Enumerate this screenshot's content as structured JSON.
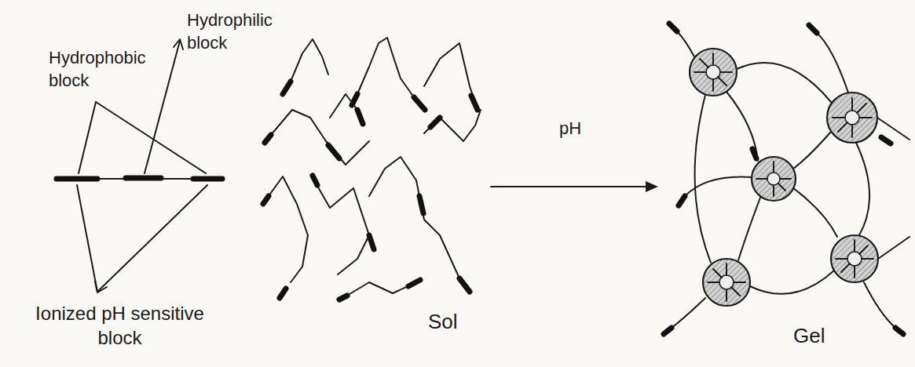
{
  "diagram": {
    "labels": [
      "Hydrophobic block",
      "Hydrophilic block",
      "Ionized pH sensitive block",
      "Sol",
      "pH",
      "Gel"
    ]
  }
}
